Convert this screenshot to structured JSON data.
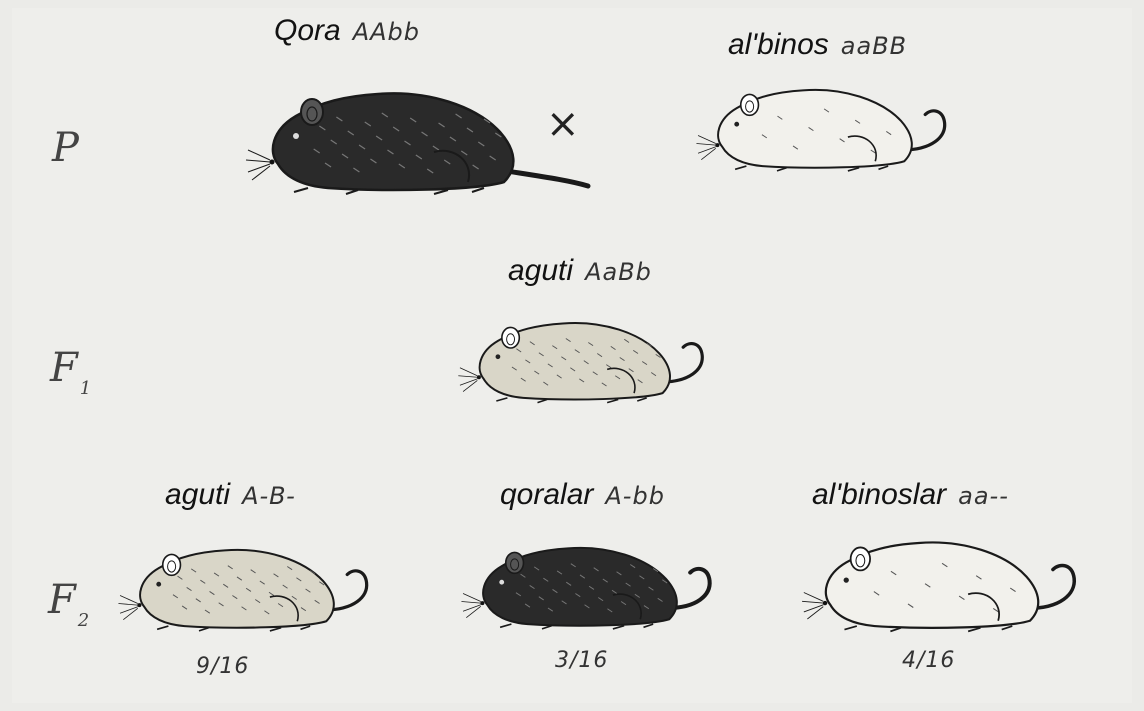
{
  "generations": {
    "p": "P",
    "f1": "F",
    "f1_sub": "1",
    "f2": "F",
    "f2_sub": "2"
  },
  "cross_symbol": "×",
  "parents": [
    {
      "name": "Qora",
      "genotype": "AAbb",
      "fur": "black"
    },
    {
      "name": "al'binos",
      "genotype": "aaBB",
      "fur": "white"
    }
  ],
  "f1": {
    "name": "aguti",
    "genotype": "AaBb",
    "fur": "agouti"
  },
  "f2": [
    {
      "name": "aguti",
      "genotype": "A-B-",
      "ratio": "9/16",
      "fur": "agouti"
    },
    {
      "name": "qoralar",
      "genotype": "A-bb",
      "ratio": "3/16",
      "fur": "black"
    },
    {
      "name": "al'binoslar",
      "genotype": "aa--",
      "ratio": "4/16",
      "fur": "white"
    }
  ]
}
